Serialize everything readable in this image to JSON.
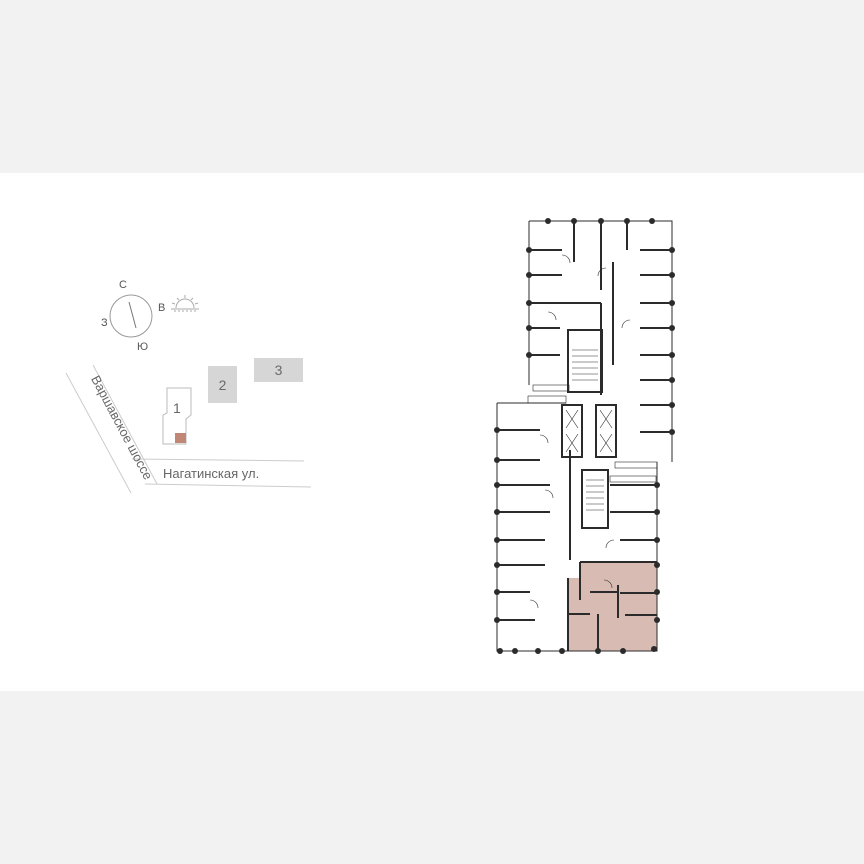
{
  "compass": {
    "north": "С",
    "south": "Ю",
    "east": "В",
    "west": "З",
    "sun_icon": "sunrise-icon"
  },
  "site_plan": {
    "streets": {
      "main": "Варшавское шоссе",
      "secondary": "Нагатинская ул."
    },
    "buildings": [
      {
        "label": "1",
        "selected": true
      },
      {
        "label": "2",
        "selected": false
      },
      {
        "label": "3",
        "selected": false
      }
    ]
  },
  "floor_plan": {
    "highlight_color": "#d8bcb4",
    "marker_color": "#c08676",
    "wall_color": "#2b2b2b"
  }
}
